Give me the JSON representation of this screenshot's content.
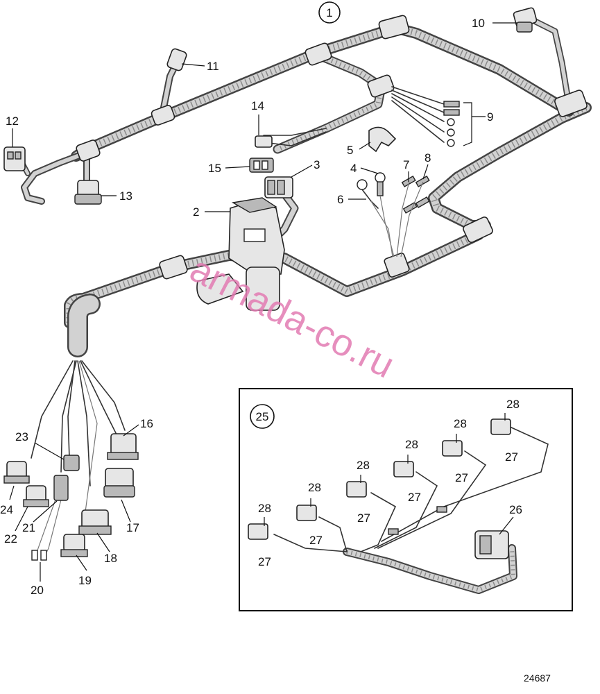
{
  "diagram": {
    "main_callout": "1",
    "inset_callout": "25",
    "labels": {
      "n2": "2",
      "n3": "3",
      "n4": "4",
      "n5": "5",
      "n6": "6",
      "n7": "7",
      "n8": "8",
      "n9": "9",
      "n10": "10",
      "n11": "11",
      "n12": "12",
      "n13": "13",
      "n14": "14",
      "n15": "15",
      "n16": "16",
      "n17": "17",
      "n18": "18",
      "n19": "19",
      "n20": "20",
      "n21": "21",
      "n22": "22",
      "n23": "23",
      "n24": "24",
      "n26": "26",
      "n27": "27",
      "n28": "28"
    },
    "watermark": "armada-co.ru",
    "figure_number": "24687"
  }
}
